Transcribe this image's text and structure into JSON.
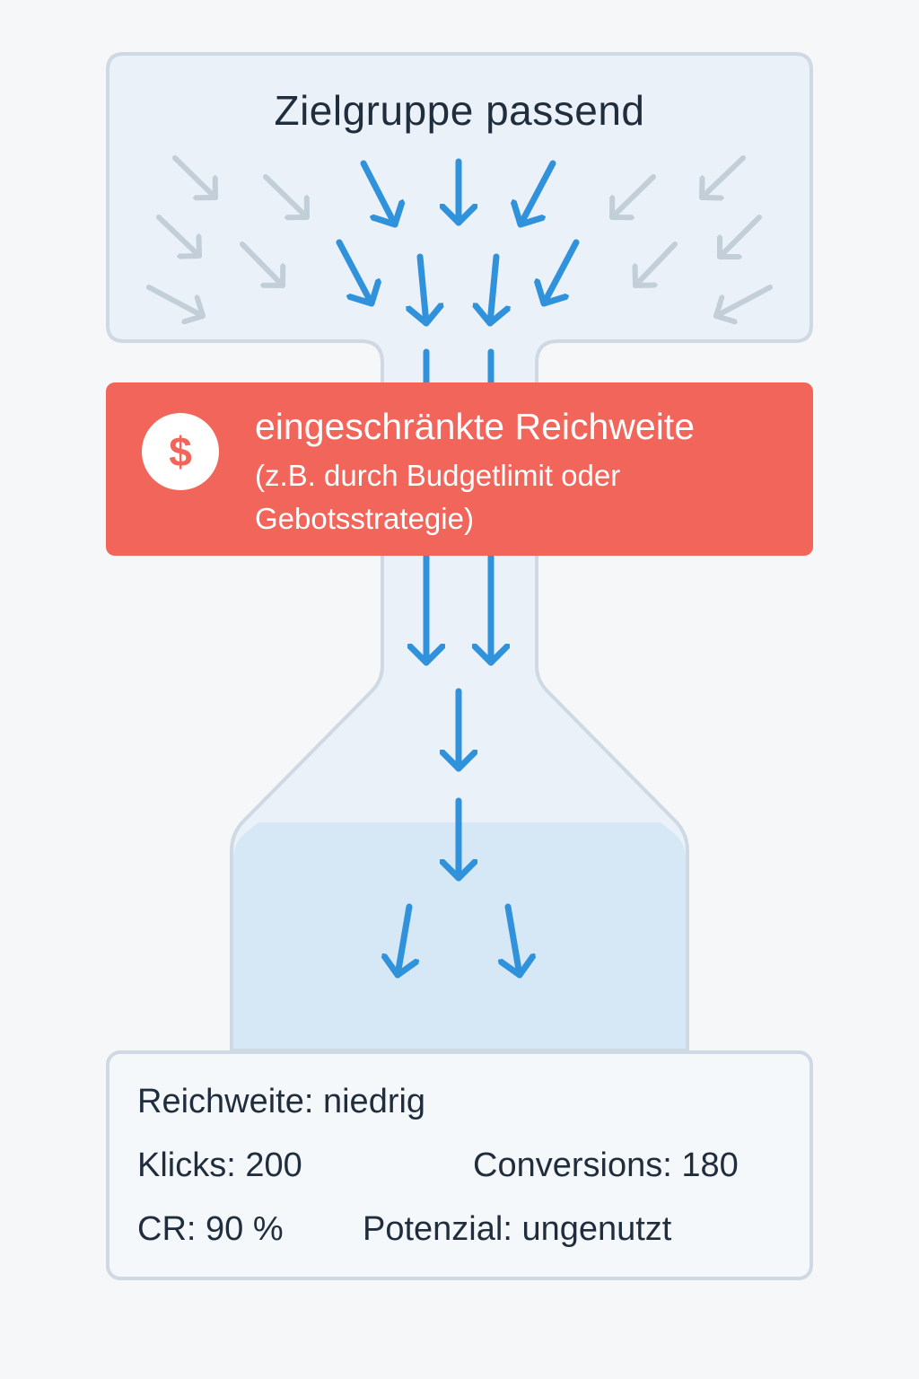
{
  "header": {
    "title": "Zielgruppe passend"
  },
  "alert": {
    "title": "eingeschränkte Reichweite",
    "note": "(z.B. durch Budgetlimit oder Gebotsstrategie)",
    "icon": "dollar-icon",
    "icon_glyph": "$"
  },
  "stats": {
    "reach": "Reichweite: niedrig",
    "clicks": "Klicks: 200",
    "conversions": "Conversions: 180",
    "cr": "CR: 90 %",
    "potential": "Potenzial: ungenutzt"
  },
  "colors": {
    "background": "#f5f7f9",
    "funnel_fill": "#eaf1f8",
    "funnel_stroke": "#cfd9e3",
    "liquid": "#d6e7f6",
    "arrow_active": "#2f92db",
    "arrow_muted": "#c2cfd9",
    "alert": "#f2655a",
    "text": "#1f2d3d"
  }
}
